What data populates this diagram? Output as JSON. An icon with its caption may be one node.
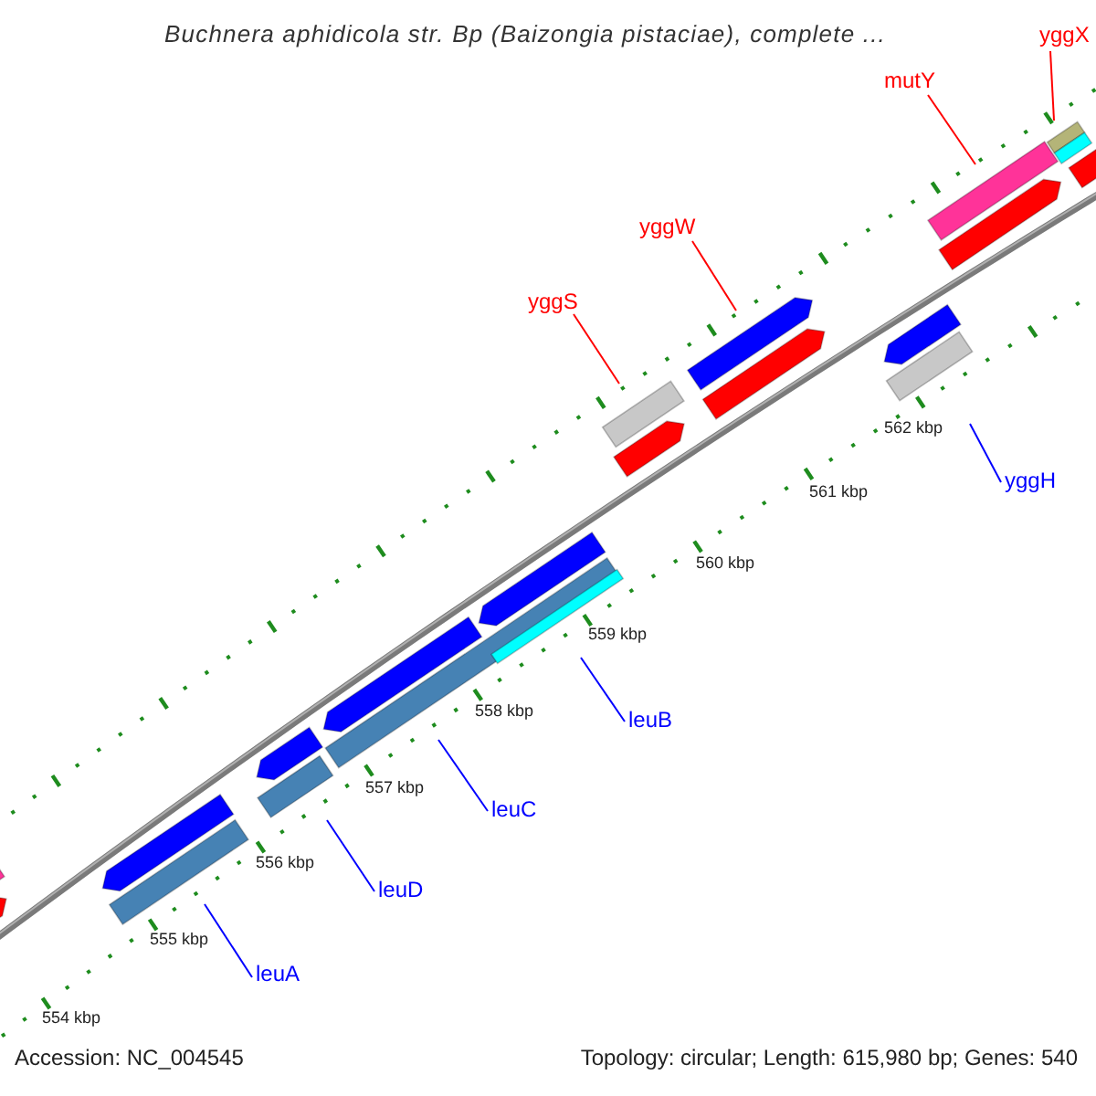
{
  "diagram": {
    "title": "Buchnera aphidicola str. Bp (Baizongia pistaciae), complete ...",
    "nodes": [
      {
        "text": [
          "yggX"
        ]
      },
      {
        "text": [
          "mutY"
        ]
      },
      {
        "text": [
          "yggW"
        ]
      },
      {
        "text": [
          "yggS"
        ]
      },
      {
        "text": [
          "yggH"
        ]
      },
      {
        "text": [
          "leuA"
        ]
      },
      {
        "text": [
          "leuD"
        ]
      },
      {
        "text": [
          "leuC"
        ]
      },
      {
        "text": [
          "leuB"
        ]
      }
    ],
    "edges": [
      {
        "from": 0,
        "to": null,
        "arrow": "none",
        "color": "#ff0000"
      },
      {
        "from": 1,
        "to": null,
        "arrow": "none",
        "color": "#ff0000"
      },
      {
        "from": 2,
        "to": null,
        "arrow": "none",
        "color": "#ff0000"
      },
      {
        "from": 3,
        "to": null,
        "arrow": "none",
        "color": "#ff0000"
      },
      {
        "from": 4,
        "to": null,
        "arrow": "none"
      },
      {
        "from": 5,
        "to": null,
        "arrow": "none"
      },
      {
        "from": 6,
        "to": null,
        "arrow": "none"
      },
      {
        "from": 7,
        "to": null,
        "arrow": "none"
      },
      {
        "from": 8,
        "to": null,
        "arrow": "none"
      }
    ],
    "labels": [
      "554 kbp",
      "555 kbp",
      "556 kbp",
      "557 kbp",
      "558 kbp",
      "559 kbp",
      "560 kbp",
      "561 kbp",
      "562 kbp",
      "Accession: NC_004545",
      "Topology: circular; Length: 615,980 bp; Genes: 540"
    ]
  }
}
